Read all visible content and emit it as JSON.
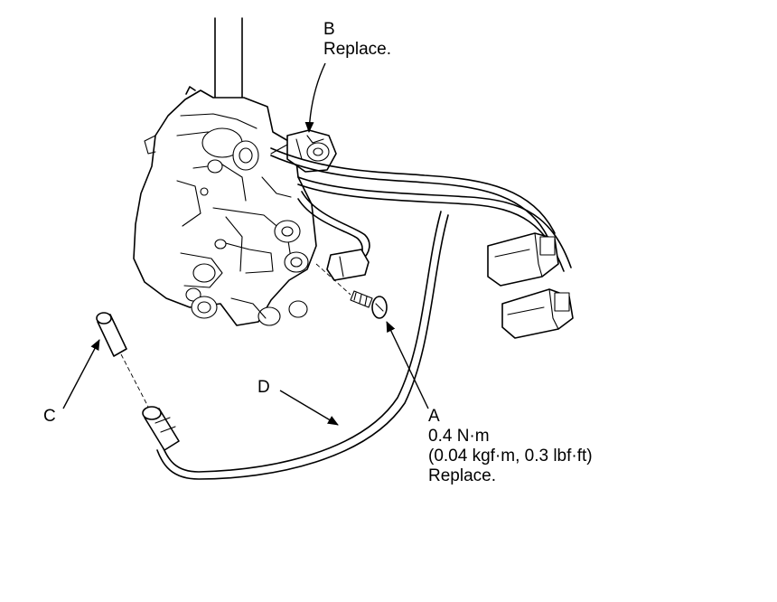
{
  "callouts": {
    "a": {
      "letter": "A",
      "torque": "0.4 N·m",
      "torque_alt": "(0.04 kgf·m, 0.3 lbf·ft)",
      "note": "Replace."
    },
    "b": {
      "letter": "B",
      "note": "Replace."
    },
    "c": {
      "letter": "C"
    },
    "d": {
      "letter": "D"
    }
  }
}
